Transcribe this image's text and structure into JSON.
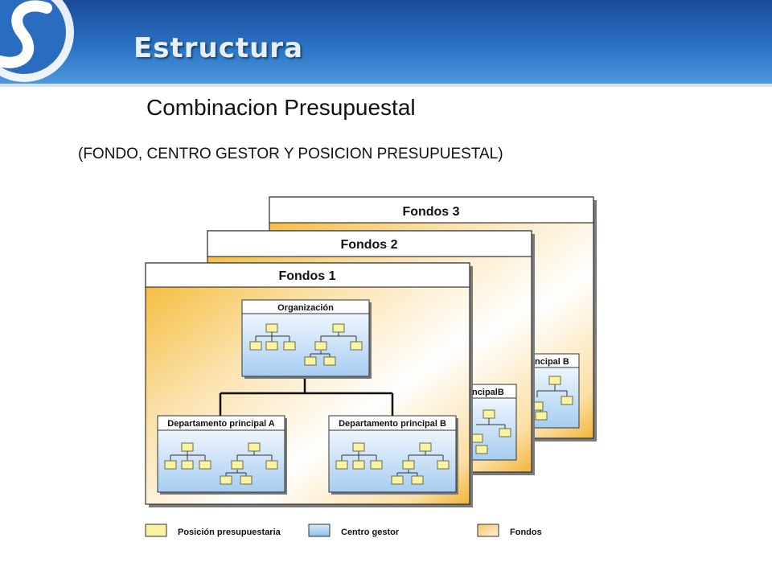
{
  "title": "Estructura",
  "subtitle": "Combinacion Presupuestal",
  "subtitle2": "(FONDO, CENTRO GESTOR Y POSICION PRESUPUESTAL)",
  "diagram": {
    "fondos": [
      "Fondos 3",
      "Fondos 2",
      "Fondos 1"
    ],
    "organizacion": "Organización",
    "dept_a": "Departamento principal A",
    "dept_b": "Departamento principal B",
    "back_label_3": "incipal B",
    "back_label_2": "incipalB",
    "legend": [
      {
        "label": "Posición presupuestaria",
        "color": "#faf3a0"
      },
      {
        "label": "Centro gestor",
        "color": "#9cc8f0"
      },
      {
        "label": "Fondos",
        "color": "#f5c46a"
      }
    ]
  },
  "colors": {
    "header": "#2a73c4",
    "fondos_fill": "#f5c04a",
    "centro_fill": "#a8d0f4",
    "posicion_fill": "#faf3a0"
  }
}
